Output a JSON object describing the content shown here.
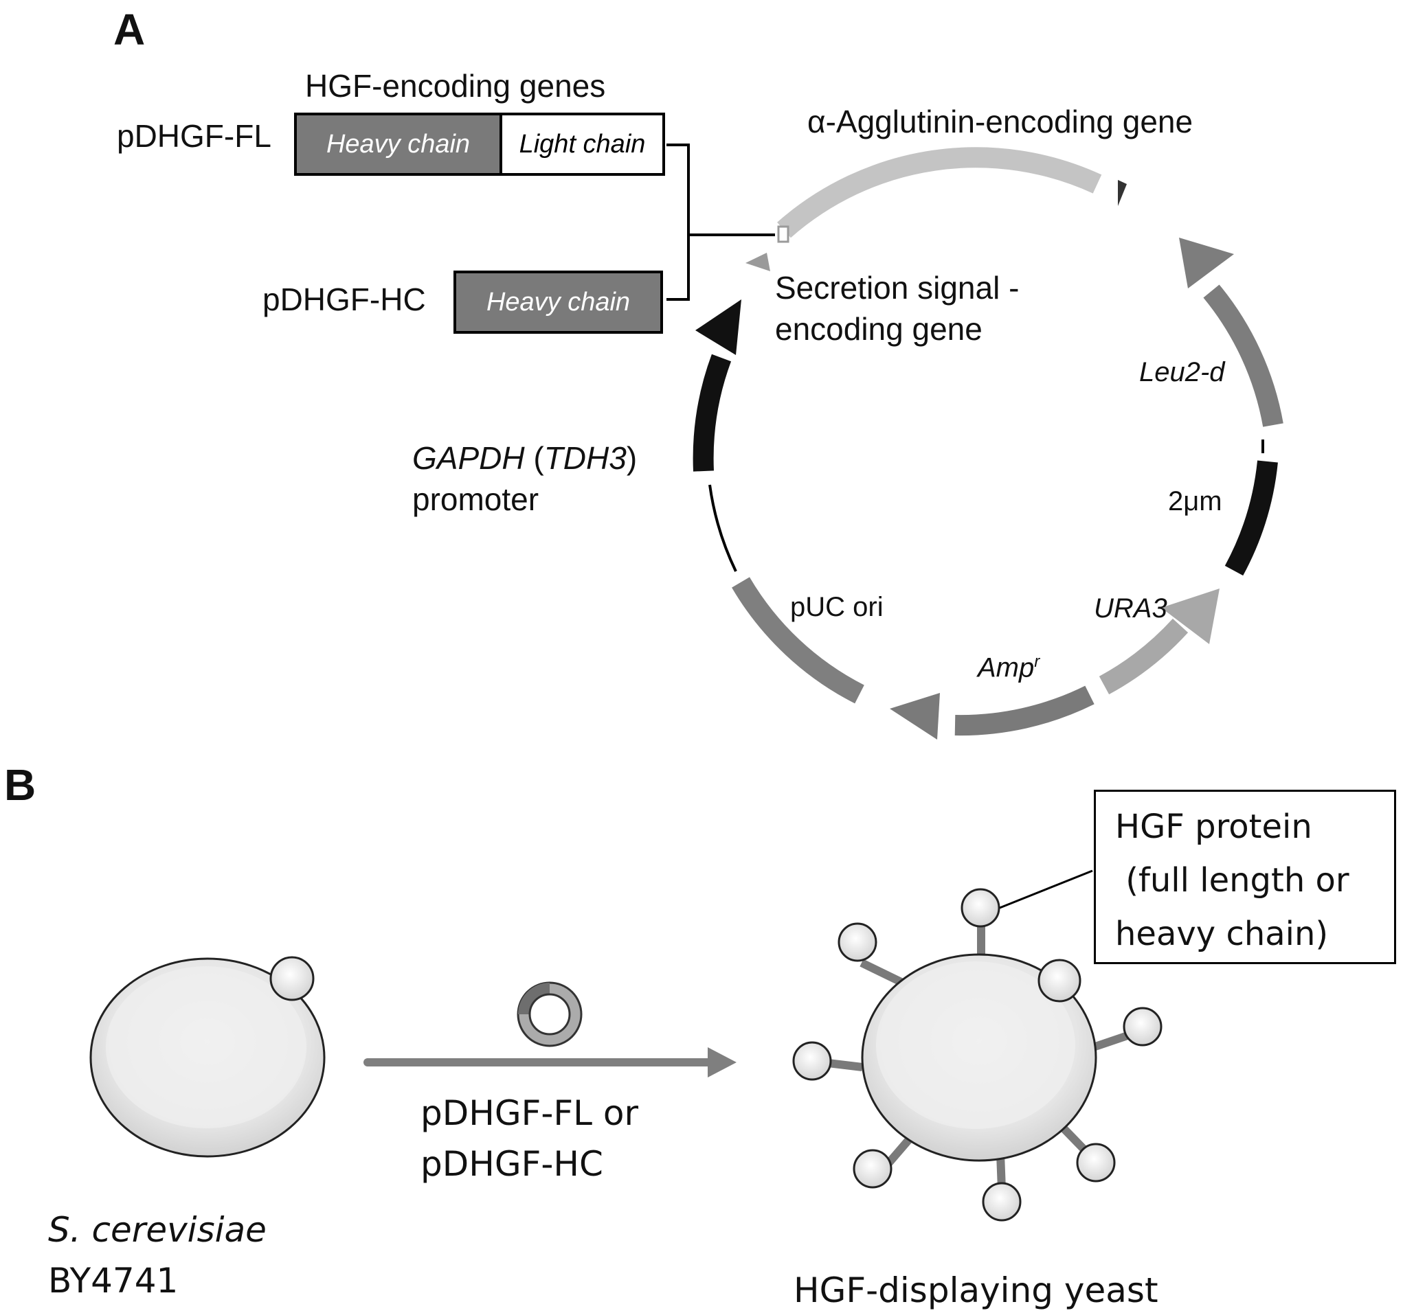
{
  "panel_a": {
    "label": "A",
    "hgf_genes_title": "HGF-encoding genes",
    "construct_fl": {
      "name": "pDHGF-FL",
      "heavy": "Heavy chain",
      "light": "Light chain"
    },
    "construct_hc": {
      "name": "pDHGF-HC",
      "heavy": "Heavy chain"
    },
    "plasmid": {
      "agglutinin": "α-Agglutinin-encoding gene",
      "secretion_line1": "Secretion signal -",
      "secretion_line2": "encoding gene",
      "leu2d": "Leu2-d",
      "two_micron": "2μm",
      "ura3": "URA3",
      "amp": "Amp",
      "amp_sup": "r",
      "puc": "pUC ori",
      "gapdh": "GAPDH",
      "tdh3_open": " (",
      "tdh3": "TDH3",
      "tdh3_close": ")",
      "promoter": "promoter"
    },
    "colors": {
      "agglutinin": "#c4c4c4",
      "secretion": "#9a9a9a",
      "leu2d": "#7d7d7d",
      "two_micron": "#111111",
      "ura3": "#a8a8a8",
      "amp": "#7a7a7a",
      "puc": "#7f7f7f",
      "gapdh": "#111111"
    }
  },
  "panel_b": {
    "label": "B",
    "strain_line1": "S. cerevisiae",
    "strain_line2": "BY4741",
    "transform_line1": "pDHGF-FL or",
    "transform_line2": "pDHGF-HC",
    "result": "HGF-displaying yeast",
    "callout_line1": "HGF protein",
    "callout_line2": " (full length or",
    "callout_line3": "heavy chain)"
  }
}
